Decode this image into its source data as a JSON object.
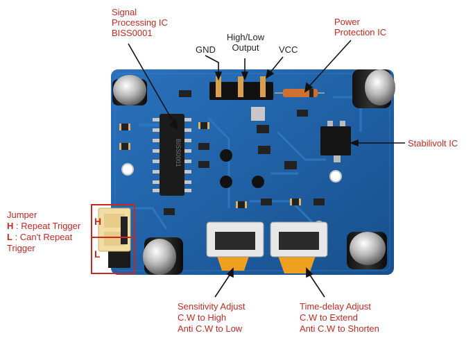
{
  "labels": {
    "signal_ic": [
      "Signal",
      "Processing IC",
      "BISS0001"
    ],
    "high_low_output": [
      "High/Low",
      "Output"
    ],
    "gnd": "GND",
    "vcc": "VCC",
    "power_protection": [
      "Power",
      "Protection IC"
    ],
    "stabilivolt": "Stabilivolt IC",
    "jumper": {
      "title": "Jumper",
      "h_key": "H",
      "h_text": " : Repeat Trigger",
      "l_key": "L",
      "l_text": " : Can't Repeat",
      "l_text2": "Trigger"
    },
    "jumper_box": {
      "h": "H",
      "l": "L"
    },
    "sensitivity": [
      "Sensitivity Adjust",
      "C.W to High",
      "Anti C.W to Low"
    ],
    "time_delay": [
      "Time-delay Adjust",
      "C.W to Extend",
      "Anti C.W to Shorten"
    ]
  },
  "colors": {
    "accent": "#c8281e",
    "board": "#1f63a8",
    "board_dark": "#164f8a",
    "pot_orange": "#f0a020"
  }
}
